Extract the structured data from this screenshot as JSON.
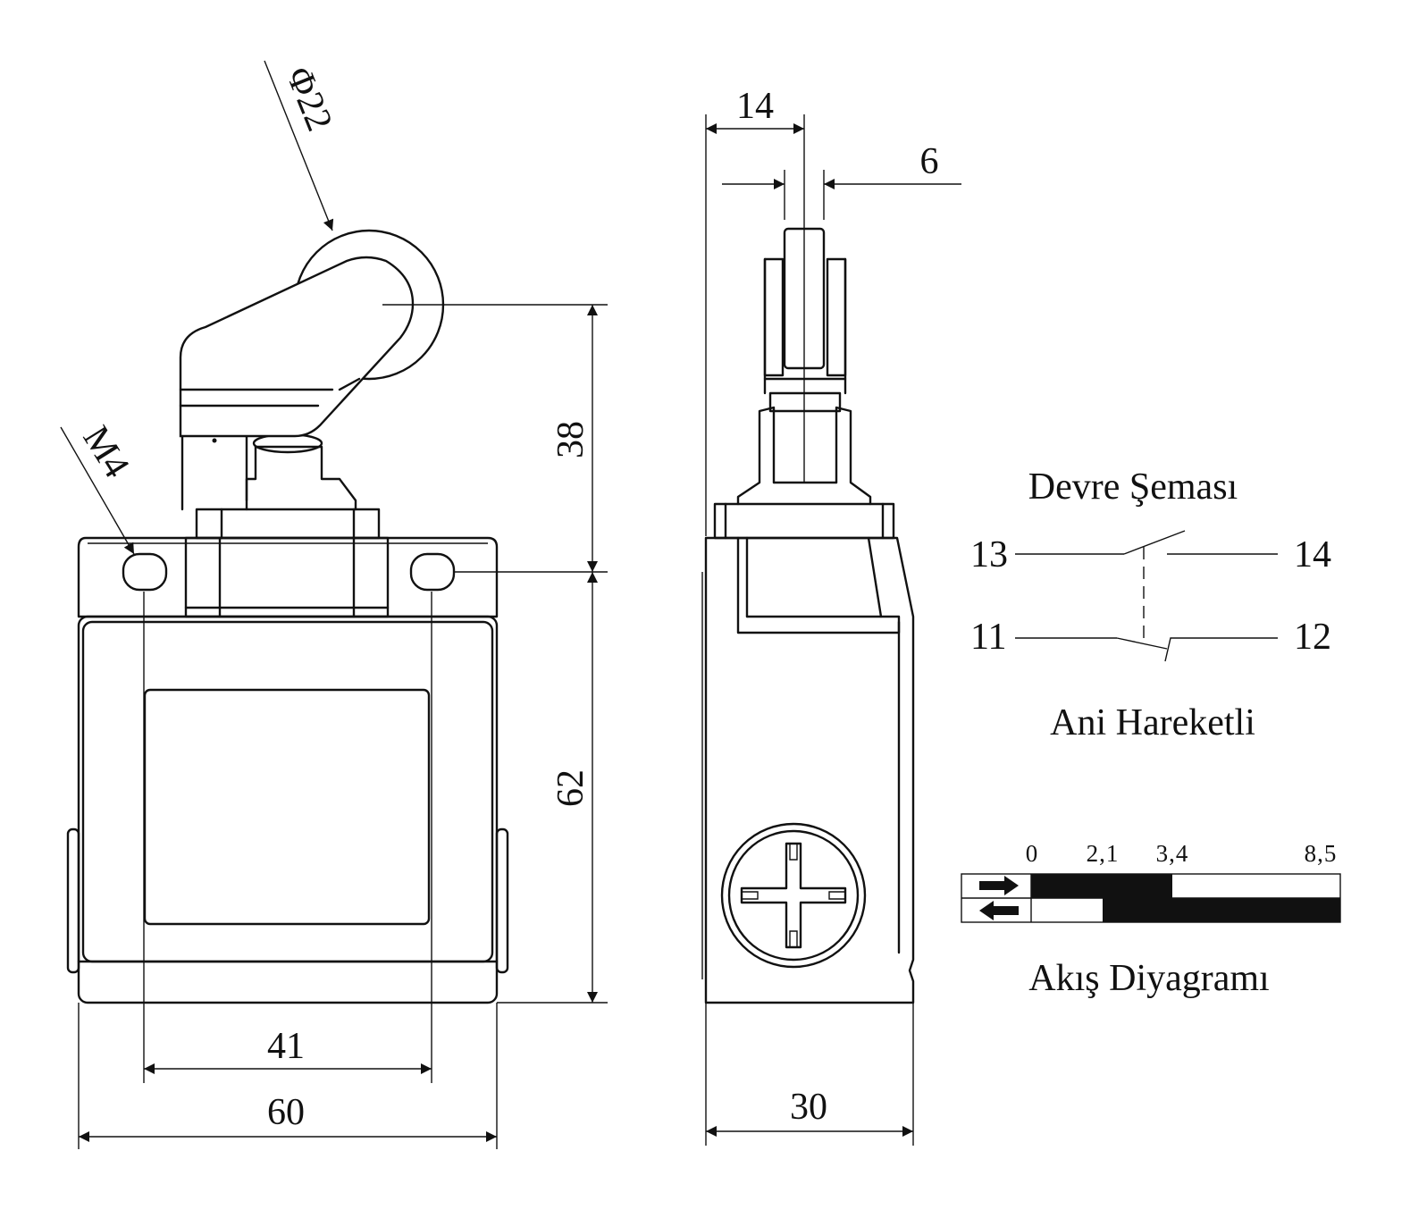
{
  "dimensions": {
    "roller_diameter": "Φ22",
    "mount_thread": "M4",
    "height_upper": "38",
    "height_lower": "62",
    "hole_spacing": "41",
    "body_width": "60",
    "body_depth": "30",
    "roller_offset": "14",
    "roller_width": "6"
  },
  "circuit": {
    "title": "Devre Şeması",
    "terminals": {
      "no_left": "13",
      "no_right": "14",
      "nc_left": "11",
      "nc_right": "12"
    },
    "subtitle": "Ani Hareketli"
  },
  "travel_diagram": {
    "title": "Akış Diyagramı",
    "ticks": [
      "0",
      "2,1",
      "3,4",
      "8,5"
    ],
    "rows": [
      {
        "direction": "forward",
        "closed_segments": [
          [
            0,
            3.4
          ]
        ]
      },
      {
        "direction": "return",
        "closed_segments": [
          [
            2.1,
            8.5
          ]
        ]
      }
    ]
  }
}
